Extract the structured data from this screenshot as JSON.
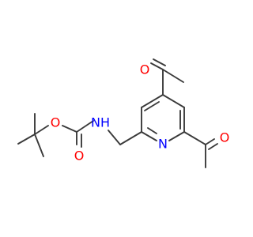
{
  "atom_labels": {
    "ketone_oxygen": "O",
    "aldehyde_oxygen": "O",
    "pyridine_nitrogen": "N",
    "amide_nitrogen": "NH",
    "ester_oxygen": "O",
    "carbonyl_oxygen": "O"
  },
  "colors": {
    "oxygen": "#ff0000",
    "nitrogen": "#0000ff",
    "bond": "#3a3a3a",
    "background": "#ffffff"
  }
}
